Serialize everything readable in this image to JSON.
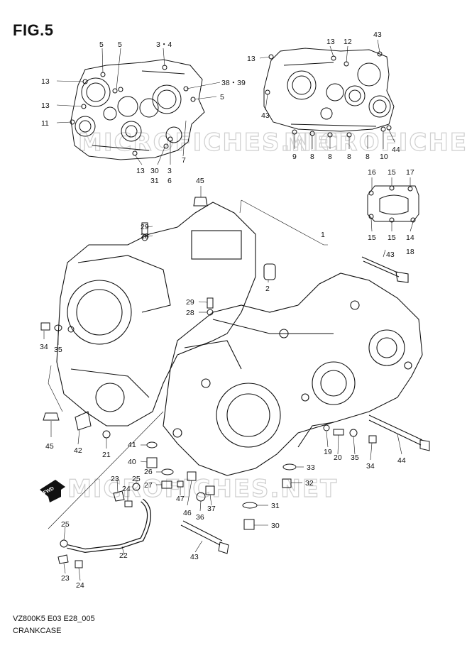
{
  "figure": {
    "title": "FIG.5",
    "model_code": "VZ800K5 E03 E28_005",
    "name": "CRANKCASE",
    "watermark": "MICROFICHES.NET",
    "fwd_marker": "FWD"
  },
  "labels": {
    "l_5a": "5",
    "l_5b": "5",
    "l_3_4": "3・4",
    "l_13a": "13",
    "l_13b": "13",
    "l_11": "11",
    "l_38_39": "38・39",
    "l_5c": "5",
    "l_7": "7",
    "l_13c": "13",
    "l_30": "30",
    "l_31": "31",
    "l_3": "3",
    "l_6": "6",
    "l_13d": "13",
    "l_13e": "13",
    "l_12": "12",
    "l_43a": "43",
    "l_43b": "43",
    "l_9": "9",
    "l_8a": "8",
    "l_8b": "8",
    "l_8c": "8",
    "l_8d": "8",
    "l_10": "10",
    "l_44a": "44",
    "l_16": "16",
    "l_15a": "15",
    "l_17": "17",
    "l_15b": "15",
    "l_15c": "15",
    "l_14": "14",
    "l_18": "18",
    "l_45a": "45",
    "l_1": "1",
    "l_29a": "29",
    "l_28a": "28",
    "l_43c": "43",
    "l_2": "2",
    "l_29b": "29",
    "l_28b": "28",
    "l_34a": "34",
    "l_35a": "35",
    "l_45b": "45",
    "l_42": "42",
    "l_21": "21",
    "l_41": "41",
    "l_40": "40",
    "l_26": "26",
    "l_19": "19",
    "l_20": "20",
    "l_35b": "35",
    "l_34b": "34",
    "l_44b": "44",
    "l_23a": "23",
    "l_25a": "25",
    "l_24a": "24",
    "l_27": "27",
    "l_47": "47",
    "l_46": "46",
    "l_36": "36",
    "l_37": "37",
    "l_33": "33",
    "l_32": "32",
    "l_31b": "31",
    "l_30b": "30",
    "l_25b": "25",
    "l_22": "22",
    "l_43d": "43",
    "l_23b": "23",
    "l_24b": "24"
  },
  "icons": [
    "fwd-arrow-icon"
  ]
}
